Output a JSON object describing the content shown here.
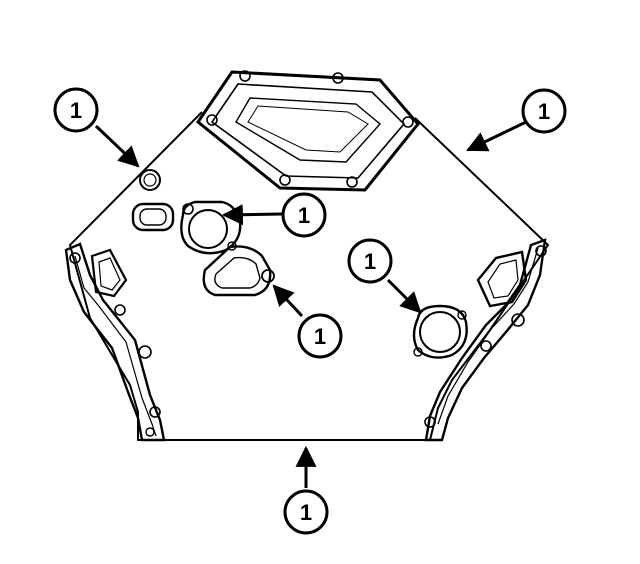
{
  "callouts": [
    {
      "id": "upper-left-cover-edge",
      "label": "1"
    },
    {
      "id": "upper-right-cover-edge",
      "label": "1"
    },
    {
      "id": "water-outlet-gasket",
      "label": "1"
    },
    {
      "id": "left-bypass-port-gasket",
      "label": "1"
    },
    {
      "id": "right-water-pump-gasket",
      "label": "1"
    },
    {
      "id": "cover-bottom-edge",
      "label": "1"
    }
  ]
}
